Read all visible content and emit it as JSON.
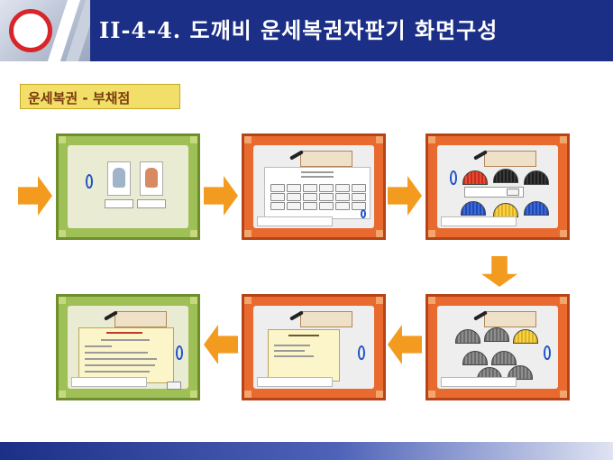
{
  "header": {
    "title": "II-4-4. 도깨비 운세복권자판기 화면구성"
  },
  "section": {
    "label": "운세복권 - 부채점"
  },
  "colors": {
    "header_bg": "#1b2f86",
    "section_bg": "#f1df6a",
    "arrow": "#f39b1e",
    "frame_green": "#9fbf57",
    "frame_orange": "#e86a2f"
  },
  "screens": [
    {
      "step": 1,
      "theme": "green",
      "content": "character-select"
    },
    {
      "step": 2,
      "theme": "orange",
      "content": "menu-grid"
    },
    {
      "step": 3,
      "theme": "orange",
      "content": "fan-select"
    },
    {
      "step": 4,
      "theme": "orange",
      "content": "fan-result"
    },
    {
      "step": 5,
      "theme": "orange",
      "content": "message-popup"
    },
    {
      "step": 6,
      "theme": "green",
      "content": "fortune-result"
    }
  ]
}
